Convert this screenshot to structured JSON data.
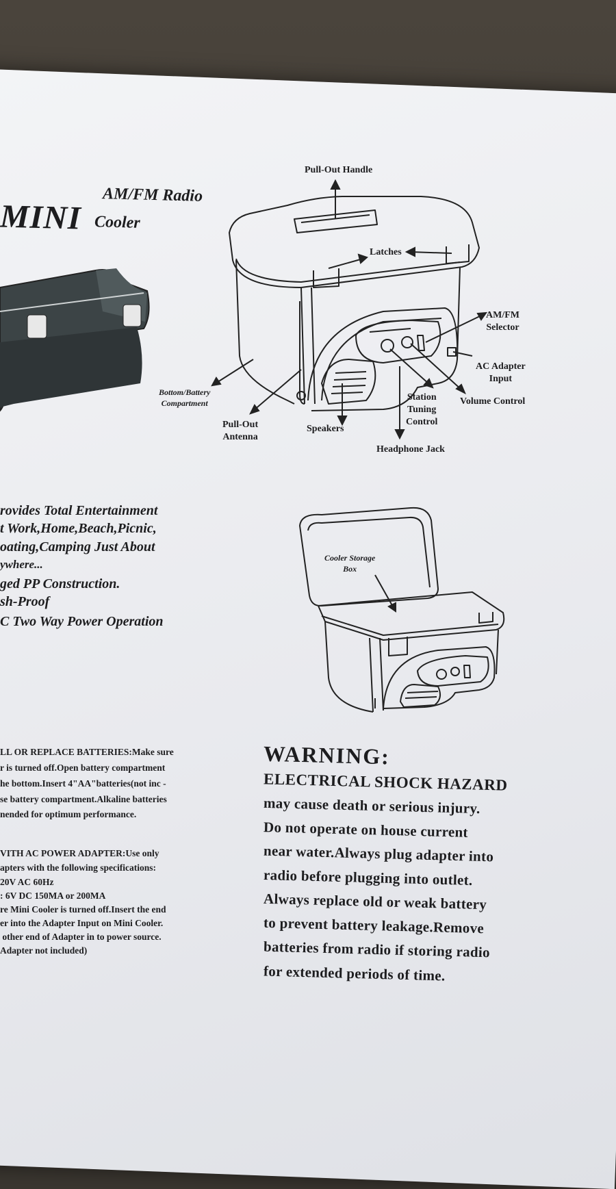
{
  "title": {
    "main": "MINI",
    "line1": "AM/FM Radio",
    "line2": "Cooler"
  },
  "diagram1": {
    "labels": {
      "pull_out_handle": "Pull-Out Handle",
      "latches": "Latches",
      "am_fm_selector": "AM/FM\nSelector",
      "ac_adapter_input": "AC Adapter\nInput",
      "volume_control": "Volume Control",
      "station_tuning_control": "Station\nTuning\nControl",
      "headphone_jack": "Headphone Jack",
      "speakers": "Speakers",
      "pull_out_antenna": "Pull-Out\nAntenna",
      "bottom_battery_compartment": "Bottom/Battery\nCompartment"
    }
  },
  "diagram2": {
    "labels": {
      "cooler_storage_box": "Cooler Storage\nBox"
    }
  },
  "features": [
    "rovides Total Entertainment",
    "t Work,Home,Beach,Picnic,",
    "oating,Camping Just About",
    "ywhere...",
    "ged PP Construction.",
    "sh-Proof",
    "C Two Way Power Operation"
  ],
  "instructions": {
    "batteries": [
      "LL OR REPLACE BATTERIES:Make sure",
      "r is turned off.Open battery compartment",
      "he bottom.Insert 4\"AA\"batteries(not inc -",
      "se battery compartment.Alkaline batteries",
      "nended for optimum performance."
    ],
    "adapter": [
      "VITH AC POWER ADAPTER:Use only",
      "apters with the following specifications:",
      "20V AC 60Hz",
      ": 6V DC 150MA or 200MA",
      "re Mini Cooler is turned off.Insert the end",
      "er into the Adapter Input on Mini Cooler.",
      " other end of Adapter in to power source.",
      "Adapter not included)"
    ]
  },
  "warning": {
    "heading": "WARNING:",
    "subheading": "ELECTRICAL SHOCK HAZARD",
    "lines": [
      "may cause death or serious injury.",
      "Do not operate on house current",
      "near water.Always plug adapter into",
      "radio before plugging into outlet.",
      "Always replace old or weak battery",
      "to prevent battery leakage.Remove",
      "batteries from radio if storing radio",
      "for extended periods of time."
    ]
  },
  "colors": {
    "background": "#3a3630",
    "paper": "#eceef1",
    "ink": "#1d1d1f"
  }
}
